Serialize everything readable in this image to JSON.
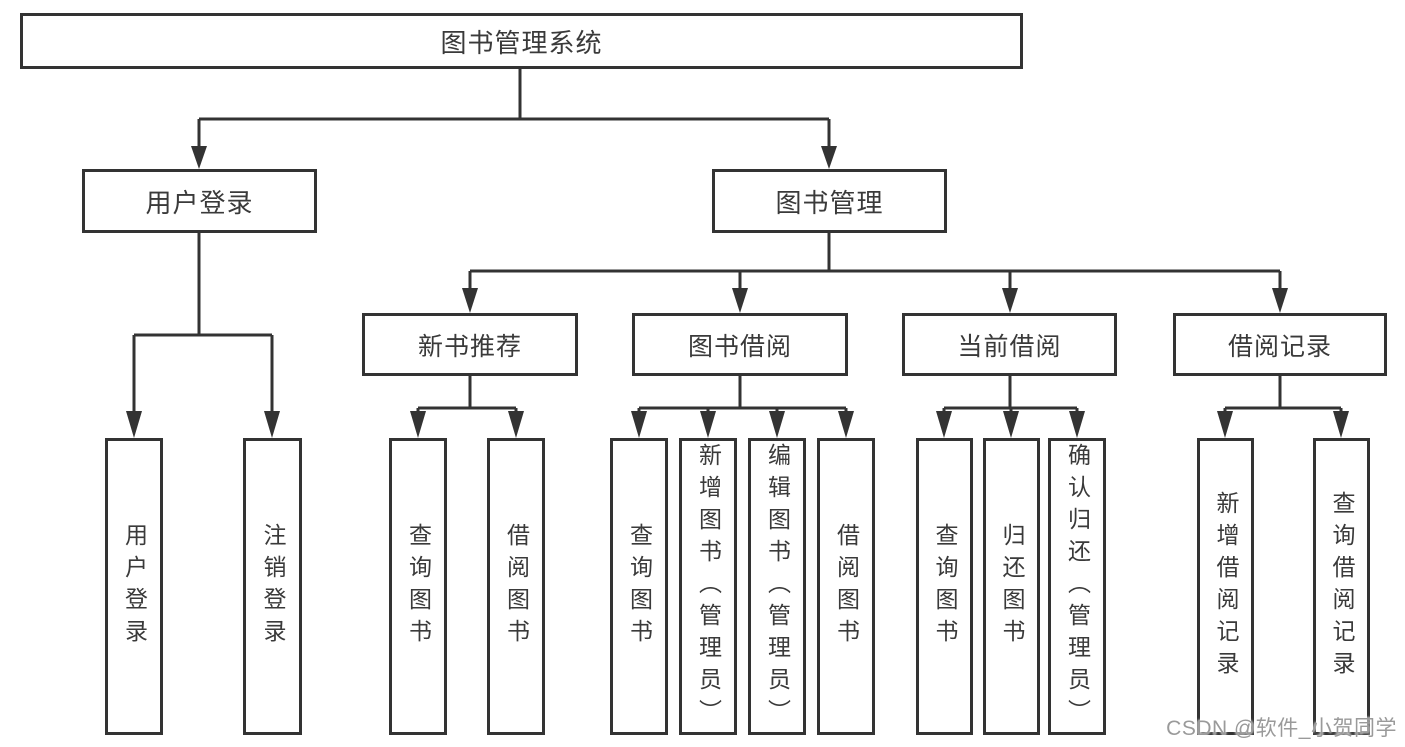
{
  "diagram_title": "图书管理系统",
  "tree": {
    "label": "图书管理系统",
    "children": [
      {
        "label": "用户登录",
        "children": [
          {
            "label": "用户登录"
          },
          {
            "label": "注销登录"
          }
        ]
      },
      {
        "label": "图书管理",
        "children": [
          {
            "label": "新书推荐",
            "children": [
              {
                "label": "查询图书"
              },
              {
                "label": "借阅图书"
              }
            ]
          },
          {
            "label": "图书借阅",
            "children": [
              {
                "label": "查询图书"
              },
              {
                "label": "新增图书（管理员）"
              },
              {
                "label": "编辑图书（管理员）"
              },
              {
                "label": "借阅图书"
              }
            ]
          },
          {
            "label": "当前借阅",
            "children": [
              {
                "label": "查询图书"
              },
              {
                "label": "归还图书"
              },
              {
                "label": "确认归还（管理员）"
              }
            ]
          },
          {
            "label": "借阅记录",
            "children": [
              {
                "label": "新增借阅记录"
              },
              {
                "label": "查询借阅记录"
              }
            ]
          }
        ]
      }
    ]
  },
  "watermark": {
    "text": "CSDN @软件_小贺同学"
  },
  "colors": {
    "line": "#333333",
    "box_border": "#333333",
    "text": "#3a3a3a",
    "background": "#ffffff",
    "watermark": "#9a9a9a"
  }
}
